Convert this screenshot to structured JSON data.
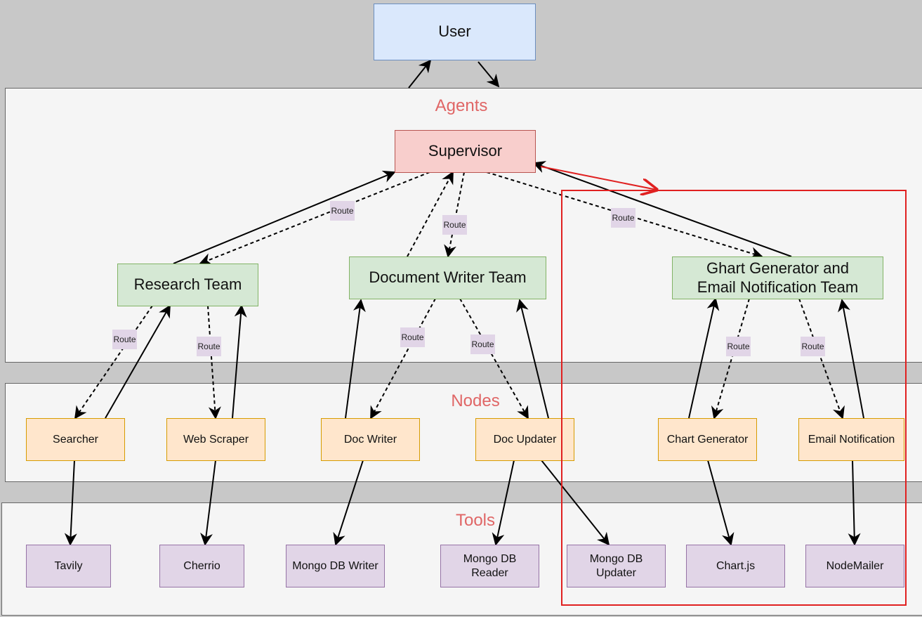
{
  "sections": {
    "agents": "Agents",
    "nodes": "Nodes",
    "tools": "Tools"
  },
  "user": "User",
  "supervisor": "Supervisor",
  "teams": {
    "research": "Research Team",
    "document_writer": "Document Writer Team",
    "chart_email_line1": "Ghart Generator and",
    "chart_email_line2": "Email Notification Team"
  },
  "nodes": {
    "searcher": "Searcher",
    "web_scraper": "Web Scraper",
    "doc_writer": "Doc Writer",
    "doc_updater": "Doc Updater",
    "chart_generator": "Chart Generator",
    "email_notification": "Email Notification"
  },
  "tools": {
    "tavily": "Tavily",
    "cherrio": "Cherrio",
    "mongo_writer": "Mongo DB Writer",
    "mongo_reader_line1": "Mongo DB",
    "mongo_reader_line2": "Reader",
    "mongo_updater_line1": "Mongo DB",
    "mongo_updater_line2": "Updater",
    "chartjs": "Chart.js",
    "nodemailer": "NodeMailer"
  },
  "edge_label": "Route",
  "colors": {
    "background": "#c8c8c8",
    "panel": "#f5f5f5",
    "section_title": "#e06666",
    "user_fill": "#dae8fc",
    "supervisor_fill": "#f8cecc",
    "team_fill": "#d5e8d4",
    "node_fill": "#ffe6cc",
    "tool_fill": "#e1d5e7",
    "highlight": "#e02020"
  }
}
